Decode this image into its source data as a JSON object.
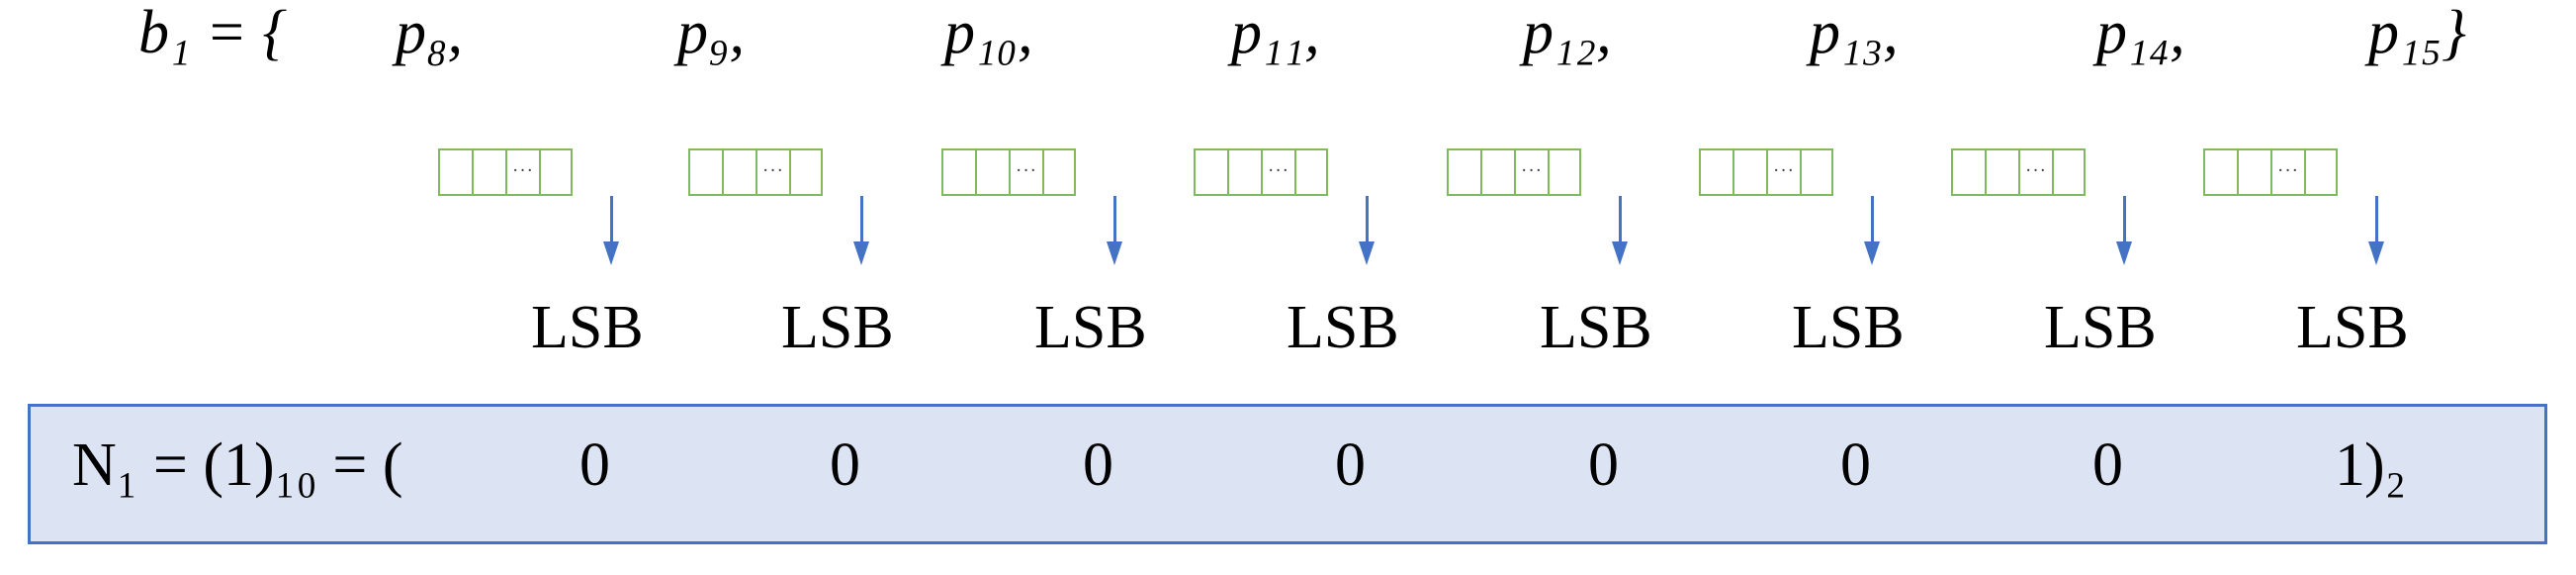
{
  "figure": {
    "type": "diagram",
    "description": "Bit-plane / LSB extraction diagram mapping a block of pixels to the binary representation of a number"
  },
  "set_row": {
    "prefix_symbol": "b",
    "prefix_subscript": "1",
    "equals": "=",
    "open_brace": "{",
    "close_brace": "}",
    "prefix_text": "b₁ = {",
    "items": [
      {
        "symbol": "p",
        "subscript": "8",
        "separator": ",",
        "text": "p₈,"
      },
      {
        "symbol": "p",
        "subscript": "9",
        "separator": ",",
        "text": "p₉,"
      },
      {
        "symbol": "p",
        "subscript": "10",
        "separator": ",",
        "text": "p₁₀,"
      },
      {
        "symbol": "p",
        "subscript": "11",
        "separator": ",",
        "text": "p₁₁,"
      },
      {
        "symbol": "p",
        "subscript": "12",
        "separator": ",",
        "text": "p₁₂,"
      },
      {
        "symbol": "p",
        "subscript": "13",
        "separator": ",",
        "text": "p₁₃,"
      },
      {
        "symbol": "p",
        "subscript": "14",
        "separator": ",",
        "text": "p₁₄,"
      },
      {
        "symbol": "p",
        "subscript": "15",
        "separator": "}",
        "text": "p₁₅}"
      }
    ]
  },
  "cell_groups": {
    "count": 8,
    "cells_per_group": 4,
    "ellipsis_cell_index": 2,
    "ellipsis_text": "···",
    "border_color": "#7FBA5E",
    "fill_color": "#FFFFFF"
  },
  "arrows": {
    "count": 8,
    "direction": "down",
    "color": "#4472C4"
  },
  "lsb_labels": {
    "count": 8,
    "label": "LSB",
    "items": [
      "LSB",
      "LSB",
      "LSB",
      "LSB",
      "LSB",
      "LSB",
      "LSB",
      "LSB"
    ]
  },
  "result": {
    "box_fill": "#DCE3F3",
    "box_border": "#4472C4",
    "symbol": "N",
    "symbol_subscript": "1",
    "decimal_value": "1",
    "decimal_base": "10",
    "binary_base": "2",
    "prefix_text": "N₁ = (1)₁₀ = (",
    "bits": [
      "0",
      "0",
      "0",
      "0",
      "0",
      "0",
      "0",
      "1"
    ],
    "last_bit_suffix": ")₂",
    "binary_string": "00000001"
  },
  "colors": {
    "green": "#7FBA5E",
    "blue": "#4472C4",
    "light_blue": "#DCE3F3",
    "black": "#000000",
    "white": "#FFFFFF"
  }
}
